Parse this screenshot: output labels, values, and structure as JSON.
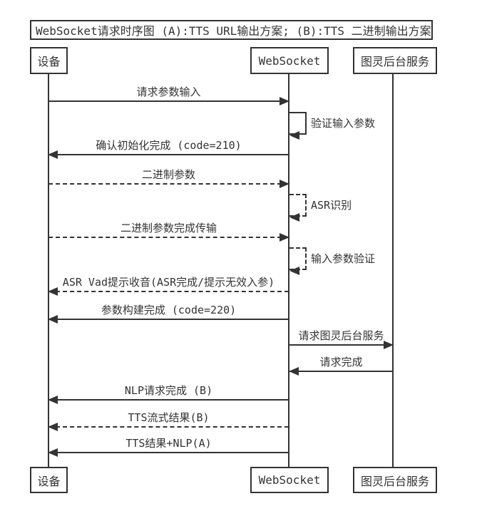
{
  "title": "WebSocket请求时序图 (A):TTS URL输出方案; (B):TTS 二进制输出方案",
  "participants": [
    {
      "name": "设备"
    },
    {
      "name": "WebSocket"
    },
    {
      "name": "图灵后台服务"
    }
  ],
  "messages": [
    {
      "label": "请求参数输入",
      "from": "设备",
      "to": "WebSocket",
      "style": "solid",
      "type": "message"
    },
    {
      "label": "验证输入参数",
      "on": "WebSocket",
      "style": "solid",
      "type": "self"
    },
    {
      "label": "确认初始化完成 (code=210)",
      "from": "WebSocket",
      "to": "设备",
      "style": "solid",
      "type": "message"
    },
    {
      "label": "二进制参数",
      "from": "设备",
      "to": "WebSocket",
      "style": "dashed",
      "type": "message"
    },
    {
      "label": "ASR识别",
      "on": "WebSocket",
      "style": "dashed",
      "type": "self"
    },
    {
      "label": "二进制参数完成传输",
      "from": "设备",
      "to": "WebSocket",
      "style": "dashed",
      "type": "message"
    },
    {
      "label": "输入参数验证",
      "on": "WebSocket",
      "style": "dashed",
      "type": "self"
    },
    {
      "label": "ASR Vad提示收音(ASR完成/提示无效入参)",
      "from": "WebSocket",
      "to": "设备",
      "style": "dashed",
      "type": "message"
    },
    {
      "label": "参数构建完成 (code=220)",
      "from": "WebSocket",
      "to": "设备",
      "style": "solid",
      "type": "message"
    },
    {
      "label": "请求图灵后台服务",
      "from": "WebSocket",
      "to": "图灵后台服务",
      "style": "solid",
      "type": "message"
    },
    {
      "label": "请求完成",
      "from": "图灵后台服务",
      "to": "WebSocket",
      "style": "solid",
      "type": "message"
    },
    {
      "label": "NLP请求完成 (B)",
      "from": "WebSocket",
      "to": "设备",
      "style": "solid",
      "type": "message"
    },
    {
      "label": "TTS流式结果(B)",
      "from": "WebSocket",
      "to": "设备",
      "style": "dashed",
      "type": "message"
    },
    {
      "label": "TTS结果+NLP(A)",
      "from": "WebSocket",
      "to": "设备",
      "style": "solid",
      "type": "message"
    }
  ],
  "colors": {
    "line": "#333333",
    "background": "#ffffff",
    "text": "#333333"
  }
}
